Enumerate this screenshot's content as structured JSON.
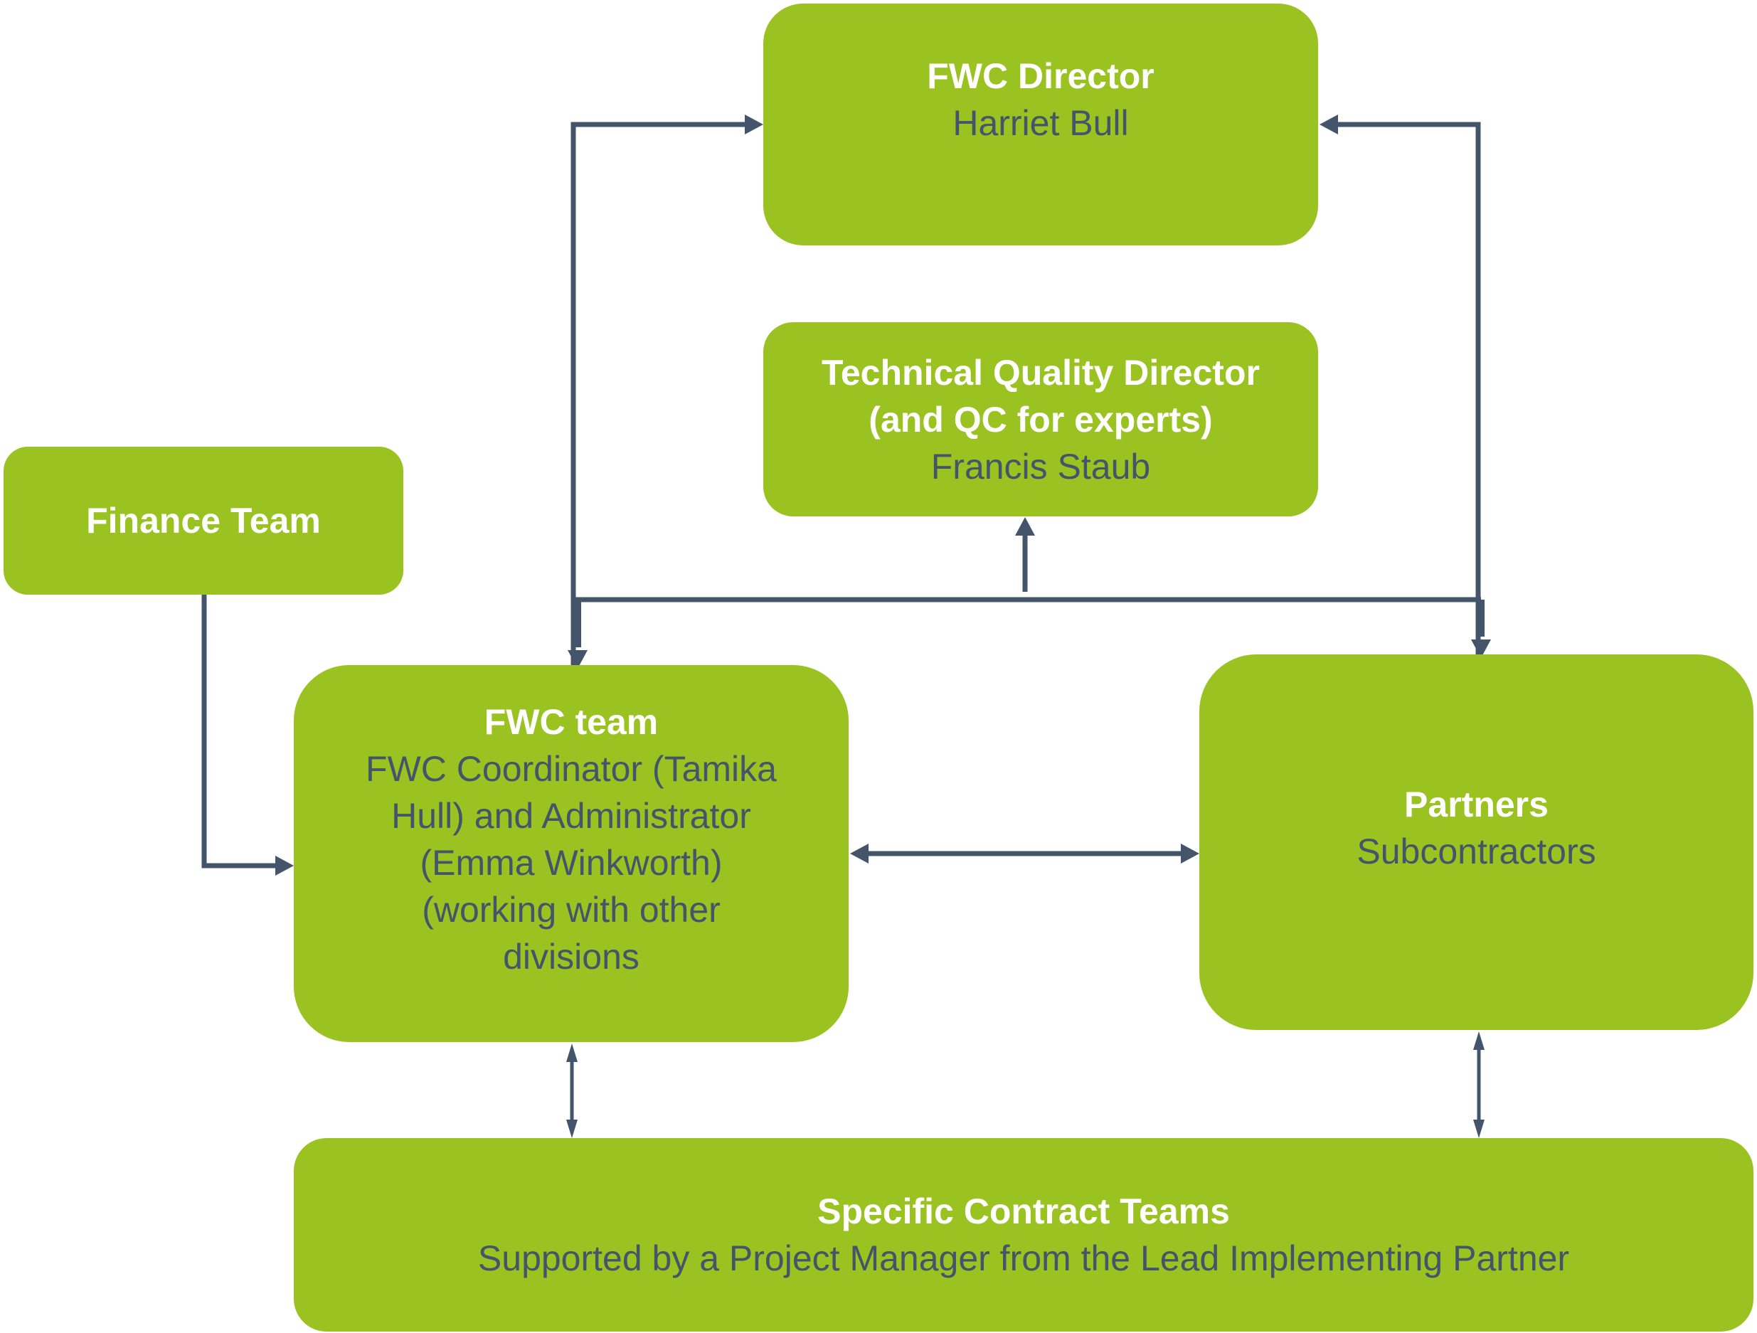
{
  "colors": {
    "box_fill": "#9ac220",
    "title_text": "#ffffff",
    "body_text": "#44546a",
    "connector": "#44546a"
  },
  "nodes": {
    "fwc_director": {
      "title": "FWC Director",
      "lines": [
        "Harriet Bull"
      ]
    },
    "technical_quality_director": {
      "title_lines": [
        "Technical Quality Director",
        "(and QC for experts)"
      ],
      "lines": [
        "Francis Staub"
      ]
    },
    "finance_team": {
      "title": "Finance Team"
    },
    "fwc_team": {
      "title": "FWC team",
      "lines": [
        "FWC Coordinator (Tamika",
        "Hull) and Administrator",
        "(Emma Winkworth)",
        "(working with other",
        "divisions"
      ]
    },
    "partners": {
      "title": "Partners",
      "lines": [
        "Subcontractors"
      ]
    },
    "specific_contract_teams": {
      "title": "Specific Contract Teams",
      "lines": [
        "Supported by a Project Manager from the Lead Implementing Partner"
      ]
    }
  },
  "edges": [
    {
      "from": "fwc_team",
      "to": "fwc_director",
      "direction": "one-way"
    },
    {
      "from": "partners",
      "to": "fwc_director",
      "direction": "one-way"
    },
    {
      "from": "fwc_team",
      "to": "technical_quality_director",
      "direction": "one-way"
    },
    {
      "from": "partners",
      "to": "technical_quality_director",
      "direction": "one-way"
    },
    {
      "from": "fwc_director",
      "to": "fwc_team",
      "direction": "one-way"
    },
    {
      "from": "fwc_director",
      "to": "partners",
      "direction": "one-way"
    },
    {
      "from": "finance_team",
      "to": "fwc_team",
      "direction": "one-way"
    },
    {
      "from": "fwc_team",
      "to": "partners",
      "direction": "two-way"
    },
    {
      "from": "fwc_team",
      "to": "specific_contract_teams",
      "direction": "two-way"
    },
    {
      "from": "partners",
      "to": "specific_contract_teams",
      "direction": "two-way"
    }
  ]
}
